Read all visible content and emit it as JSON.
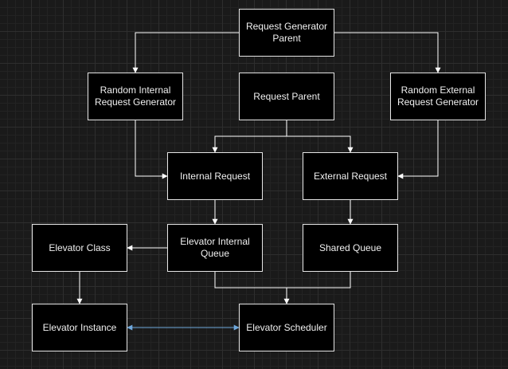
{
  "diagram": {
    "nodes": [
      {
        "id": "request-generator-parent",
        "label": "Request Generator Parent"
      },
      {
        "id": "random-internal-request-generator",
        "label": "Random Internal Request Generator"
      },
      {
        "id": "request-parent",
        "label": "Request Parent"
      },
      {
        "id": "random-external-request-generator",
        "label": "Random External Request Generator"
      },
      {
        "id": "internal-request",
        "label": "Internal Request"
      },
      {
        "id": "external-request",
        "label": "External Request"
      },
      {
        "id": "elevator-class",
        "label": "Elevator Class"
      },
      {
        "id": "elevator-internal-queue",
        "label": "Elevator Internal Queue"
      },
      {
        "id": "shared-queue",
        "label": "Shared Queue"
      },
      {
        "id": "elevator-instance",
        "label": "Elevator Instance"
      },
      {
        "id": "elevator-scheduler",
        "label": "Elevator Scheduler"
      }
    ],
    "edges": [
      {
        "from": "request-generator-parent",
        "to": "random-internal-request-generator"
      },
      {
        "from": "request-generator-parent",
        "to": "random-external-request-generator"
      },
      {
        "from": "request-parent",
        "to": "internal-request"
      },
      {
        "from": "request-parent",
        "to": "external-request"
      },
      {
        "from": "random-internal-request-generator",
        "to": "internal-request"
      },
      {
        "from": "random-external-request-generator",
        "to": "external-request"
      },
      {
        "from": "internal-request",
        "to": "elevator-internal-queue"
      },
      {
        "from": "external-request",
        "to": "shared-queue"
      },
      {
        "from": "elevator-internal-queue",
        "to": "elevator-class"
      },
      {
        "from": "elevator-class",
        "to": "elevator-instance"
      },
      {
        "from": "elevator-internal-queue",
        "to": "elevator-scheduler"
      },
      {
        "from": "shared-queue",
        "to": "elevator-scheduler"
      },
      {
        "from": "elevator-instance",
        "to": "elevator-scheduler",
        "bidirectional": true
      }
    ],
    "colors": {
      "background": "#1a1a1a",
      "node_fill": "#000000",
      "node_border": "#e6e6e6",
      "text": "#f0f0f0",
      "edge": "#ffffff",
      "bidirectional_edge": "#6fa8dc"
    }
  }
}
